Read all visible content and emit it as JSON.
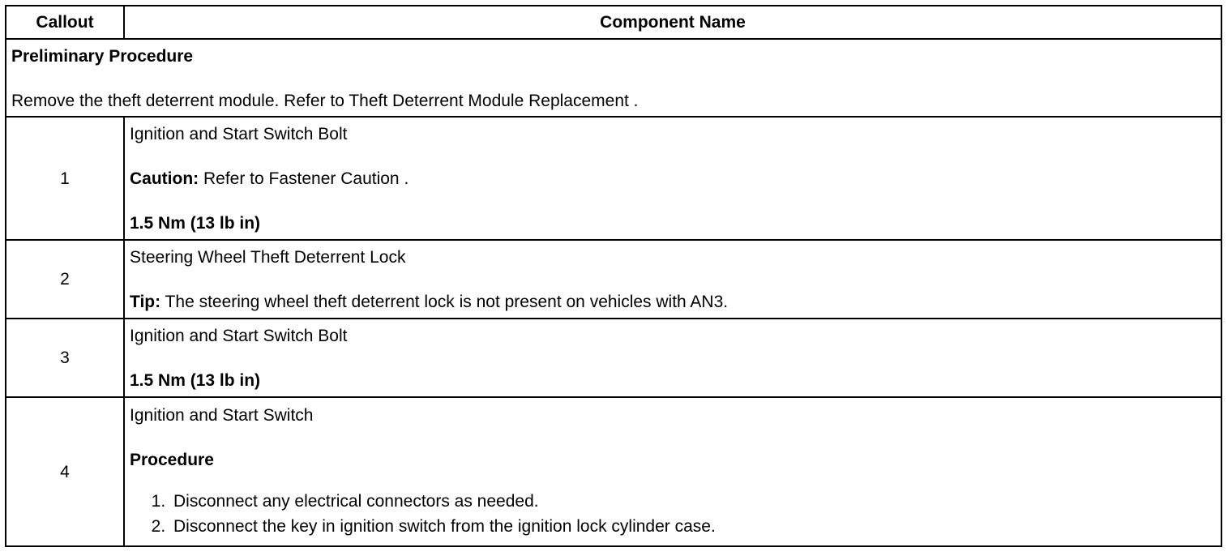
{
  "table": {
    "headers": {
      "callout": "Callout",
      "component_name": "Component Name"
    },
    "preliminary": {
      "title": "Preliminary Procedure",
      "text": "Remove the theft deterrent module. Refer to Theft Deterrent Module Replacement ."
    },
    "rows": [
      {
        "callout": "1",
        "name": "Ignition and Start Switch Bolt",
        "note_label": "Caution:",
        "note_text": " Refer to Fastener Caution .",
        "torque": "1.5 Nm (13 lb in)"
      },
      {
        "callout": "2",
        "name": "Steering Wheel Theft Deterrent Lock",
        "note_label": "Tip:",
        "note_text": " The steering wheel theft deterrent lock is not present on vehicles with AN3."
      },
      {
        "callout": "3",
        "name": "Ignition and Start Switch Bolt",
        "torque": "1.5 Nm (13 lb in)"
      },
      {
        "callout": "4",
        "name": "Ignition and Start Switch",
        "procedure_title": "Procedure",
        "steps": [
          "Disconnect any electrical connectors as needed.",
          "Disconnect the key in ignition switch from the ignition lock cylinder case."
        ]
      }
    ]
  }
}
